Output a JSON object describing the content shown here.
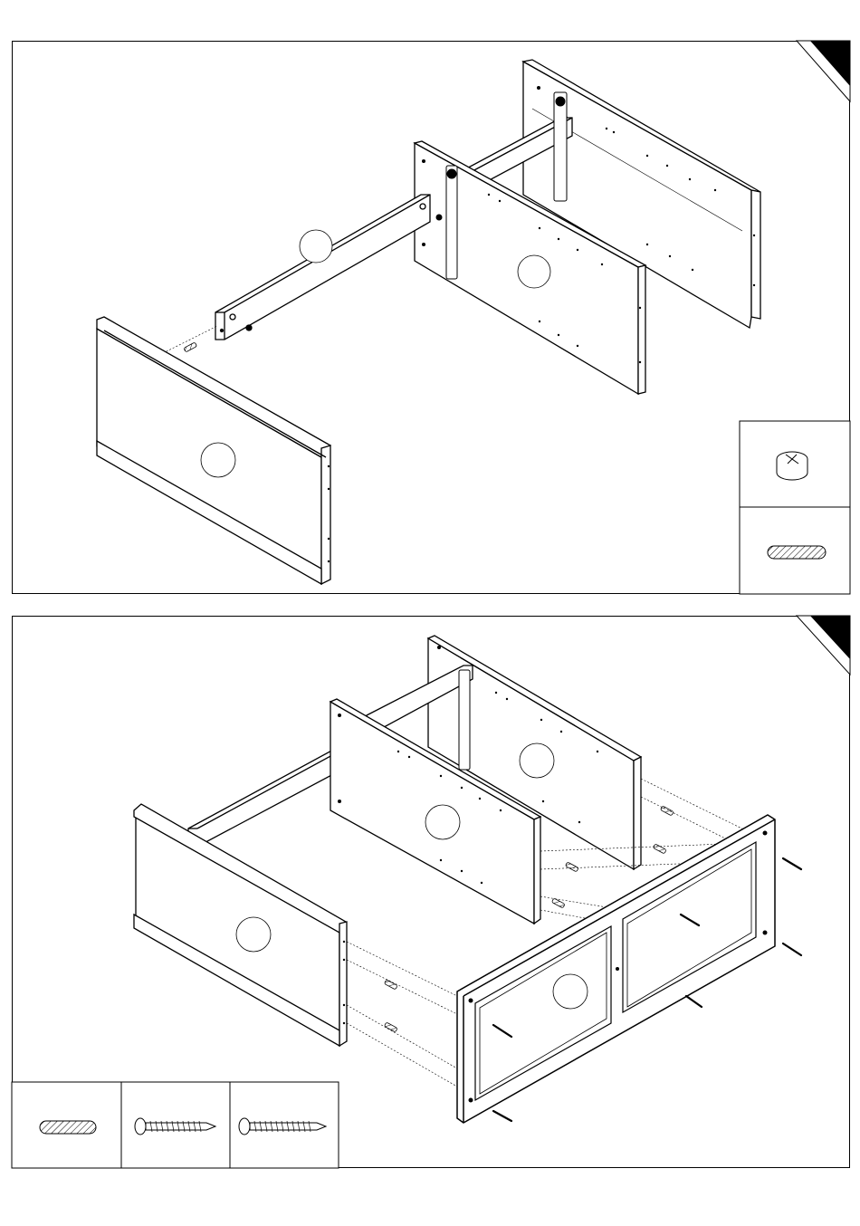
{
  "document": {
    "type": "assembly-instructions",
    "steps": [
      {
        "step_number": "",
        "parts_legend": [
          {
            "item": "cam-lock-fitting",
            "icon": "cam-lock-icon",
            "quantity_label": ""
          },
          {
            "item": "wooden-dowel",
            "icon": "dowel-icon",
            "quantity_label": ""
          }
        ],
        "panel_callouts": [
          "",
          "",
          ""
        ]
      },
      {
        "step_number": "",
        "parts_legend": [
          {
            "item": "wooden-dowel",
            "icon": "dowel-icon",
            "quantity_label": ""
          },
          {
            "item": "screw-short",
            "icon": "screw-icon",
            "quantity_label": ""
          },
          {
            "item": "screw-long",
            "icon": "screw-icon",
            "quantity_label": ""
          }
        ],
        "panel_callouts": [
          "",
          "",
          ""
        ]
      }
    ]
  },
  "colors": {
    "line": "#000000",
    "fill": "#ffffff",
    "corner": "#000000"
  }
}
